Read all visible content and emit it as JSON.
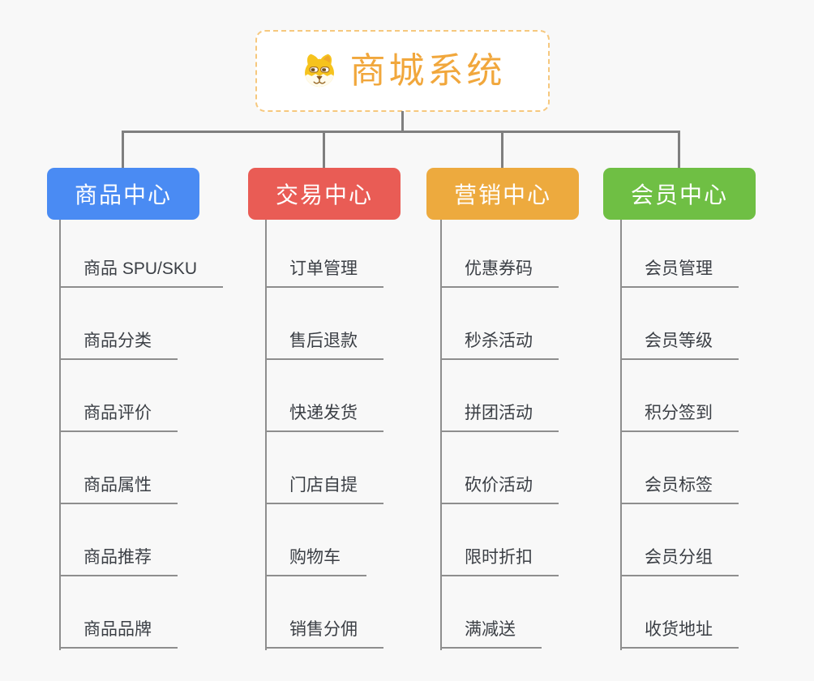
{
  "root": {
    "title": "商城系统",
    "icon": "shiba-dog-icon"
  },
  "colors": {
    "background": "#F8F8F8",
    "root-accent": "#F1A73C",
    "root-border": "#F6C87E",
    "connector": "#7F7F7F",
    "leafline": "#8E8E8E",
    "leaftext": "#3B3F45"
  },
  "branches": [
    {
      "label": "商品中心",
      "color": "#4A8BF3",
      "items": [
        "商品 SPU/SKU",
        "商品分类",
        "商品评价",
        "商品属性",
        "商品推荐",
        "商品品牌"
      ]
    },
    {
      "label": "交易中心",
      "color": "#E95C55",
      "items": [
        "订单管理",
        "售后退款",
        "快递发货",
        "门店自提",
        "购物车",
        "销售分佣"
      ]
    },
    {
      "label": "营销中心",
      "color": "#EDAA3E",
      "items": [
        "优惠券码",
        "秒杀活动",
        "拼团活动",
        "砍价活动",
        "限时折扣",
        "满减送"
      ]
    },
    {
      "label": "会员中心",
      "color": "#6FBF44",
      "items": [
        "会员管理",
        "会员等级",
        "积分签到",
        "会员标签",
        "会员分组",
        "收货地址"
      ]
    }
  ]
}
